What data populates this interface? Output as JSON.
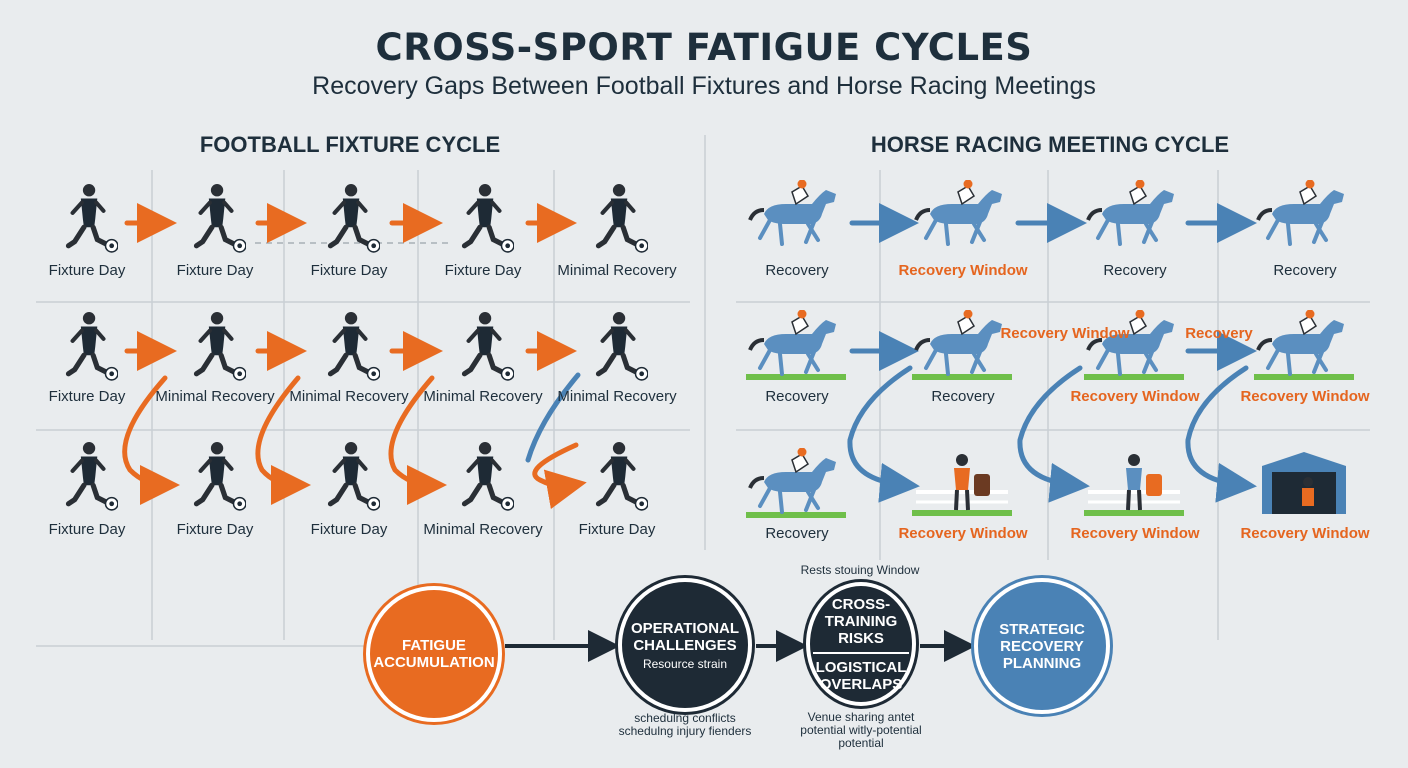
{
  "header": {
    "title": "CROSS-SPORT FATIGUE CYCLES",
    "subtitle": "Recovery Gaps Between Football Fixtures and Horse Racing Meetings"
  },
  "football": {
    "title": "FOOTBALL FIXTURE CYCLE",
    "rows": [
      [
        "Fixture Day",
        "Fixture Day",
        "Fixture Day",
        "Fixture Day",
        "Minimal Recovery"
      ],
      [
        "Fixture Day",
        "Minimal Recovery",
        "Minimal Recovery",
        "Minimal Recovery",
        "Minimal Recovery"
      ],
      [
        "Fixture Day",
        "Fixture Day",
        "Fixture Day",
        "Minimal Recovery",
        "Fixture Day"
      ]
    ]
  },
  "racing": {
    "title": "HORSE RACING MEETING CYCLE",
    "rows": [
      [
        "Recovery",
        "Recovery Window",
        "Recovery",
        "Recovery"
      ],
      [
        "Recovery",
        "Recovery",
        "Recovery Window",
        "Recovery Window"
      ],
      [
        "Recovery",
        "Recovery Window",
        "Recovery Window",
        "Recovery Window"
      ]
    ],
    "arrow_labels": {
      "window": "Recovery Window",
      "recovery": "Recovery"
    }
  },
  "flow": {
    "nodes": {
      "fatigue": "FATIGUE ACCUMULATION",
      "operational": "OPERATIONAL CHALLENGES",
      "operational_sub": "Resource strain",
      "cross_top": "CROSS-TRAINING RISKS",
      "cross_bottom": "LOGISTICAL OVERLAPS",
      "strategic": "STRATEGIC RECOVERY PLANNING"
    },
    "notes": {
      "above_cross": "Rests stouing Window",
      "below_operational_1": "schedulng conflicts",
      "below_operational_2": "schedulng injury fienders",
      "below_cross_1": "Venue sharing antet",
      "below_cross_2": "potential witly-potential",
      "below_cross_3": "potential"
    }
  },
  "colors": {
    "orange": "#e86b21",
    "blue": "#4a82b5",
    "navy": "#1e2a35",
    "background": "#e9ecee"
  }
}
